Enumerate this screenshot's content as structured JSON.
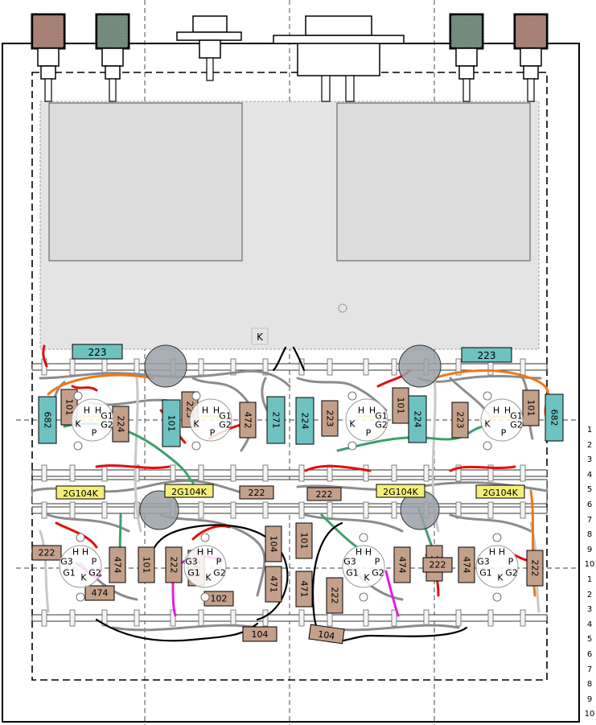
{
  "colors": {
    "chassis_fill": "#e4e4e4",
    "resistor": "#c4a08a",
    "capacitor_teal": "#6fc2c2",
    "capacitor_yellow": "#f4ee7a",
    "connector": "#9a6e5e",
    "tube_circle": "#9aa0a8",
    "wire_grey": "#8c8c8c",
    "wire_red": "#e01010",
    "wire_orange": "#f07818",
    "wire_green": "#3ca070",
    "wire_magenta": "#e020e0",
    "wire_yellow": "#e8c800",
    "wire_black": "#000000"
  },
  "labels": {
    "ground_marker": "K",
    "cap_top_left": "223",
    "cap_top_right": "223",
    "cap_yellow": [
      "2G104K",
      "2G104K",
      "2G104K",
      "2G104K"
    ],
    "res_bottom": [
      "104",
      "104"
    ],
    "res_mid_strip": [
      "222",
      "222"
    ]
  },
  "upper_tubes": [
    {
      "pins": [
        "H",
        "H",
        "G1",
        "K",
        "G2",
        "P"
      ]
    },
    {
      "pins": [
        "H",
        "H",
        "G1",
        "K",
        "G2",
        "P"
      ]
    },
    {
      "pins": [
        "H",
        "H",
        "G1",
        "K",
        "G2",
        "P"
      ]
    },
    {
      "pins": [
        "H",
        "H",
        "G1",
        "K",
        "G2",
        "P"
      ]
    }
  ],
  "lower_tubes": [
    {
      "pins": [
        "H",
        "H",
        "G3",
        "P",
        "G1",
        "K",
        "G2"
      ]
    },
    {
      "pins": [
        "H",
        "H",
        "G3",
        "P",
        "G1",
        "K",
        "G2"
      ]
    },
    {
      "pins": [
        "H",
        "H",
        "G3",
        "P",
        "G1",
        "K",
        "G2"
      ]
    },
    {
      "pins": [
        "H",
        "H",
        "G3",
        "P",
        "G1",
        "K",
        "G2"
      ]
    }
  ],
  "upper_component_labels": [
    "682",
    "101",
    "224",
    "101",
    "223",
    "472",
    "271",
    "224",
    "223",
    "101",
    "224",
    "223",
    "101",
    "682"
  ],
  "lower_component_labels": [
    "222",
    "474",
    "101",
    "222",
    "102",
    "104",
    "471",
    "101",
    "471",
    "222",
    "474",
    "102",
    "474",
    "222",
    "474",
    "102",
    "222"
  ],
  "row_numbers": [
    "1",
    "2",
    "3",
    "4",
    "5",
    "6",
    "7",
    "8",
    "9",
    "10",
    "1",
    "2",
    "3",
    "4",
    "5",
    "6",
    "7",
    "8",
    "9",
    "10"
  ]
}
